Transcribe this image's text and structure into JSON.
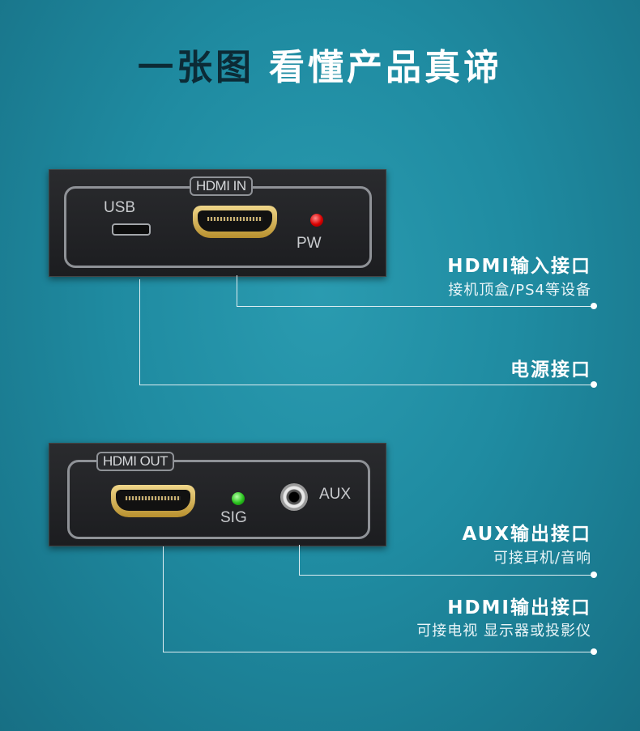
{
  "title": {
    "part1": "一张图",
    "part2": "看懂产品真谛"
  },
  "top_device": {
    "tag": "HDMI IN",
    "usb_label": "USB",
    "pw_label": "PW"
  },
  "bottom_device": {
    "tag": "HDMI OUT",
    "sig_label": "SIG",
    "aux_label": "AUX"
  },
  "callouts": [
    {
      "title": "HDMI输入接口",
      "subtitle": "接机顶盒/PS4等设备"
    },
    {
      "title": "电源接口",
      "subtitle": ""
    },
    {
      "title": "AUX输出接口",
      "subtitle": "可接耳机/音响"
    },
    {
      "title": "HDMI输出接口",
      "subtitle": "可接电视 显示器或投影仪"
    }
  ],
  "colors": {
    "background": "#1f8ba1",
    "title_dark": "#0c2b36",
    "title_light": "#ffffff",
    "led_power": "#d80000",
    "led_signal": "#28c21c"
  }
}
